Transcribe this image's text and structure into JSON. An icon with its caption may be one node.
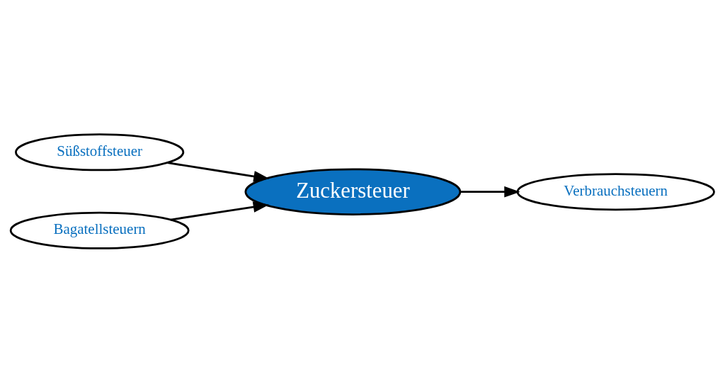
{
  "diagram": {
    "nodes": [
      {
        "text": [
          "Süßstoffsteuer"
        ]
      },
      {
        "text": [
          "Zuckersteuer"
        ]
      },
      {
        "text": [
          "Verbrauchsteuern"
        ]
      },
      {
        "text": [
          "Bagatellsteuern"
        ]
      }
    ],
    "edges": [
      {
        "from": 0,
        "to": 1,
        "arrow": "to"
      },
      {
        "from": 1,
        "to": 2,
        "arrow": "to"
      },
      {
        "from": 3,
        "to": 1,
        "arrow": "to"
      }
    ]
  }
}
